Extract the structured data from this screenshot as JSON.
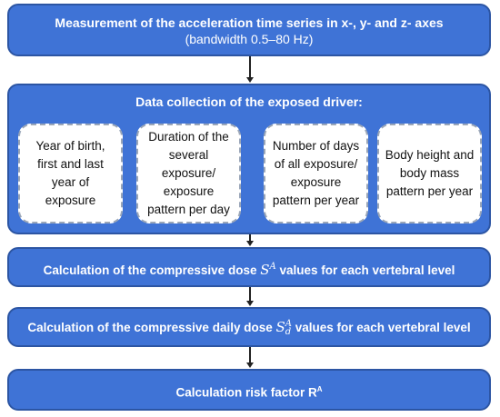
{
  "step1": {
    "title": "Measurement of the acceleration time series in x-, y- and z- axes",
    "subtitle": "(bandwidth 0.5–80 Hz)"
  },
  "step2": {
    "title": "Data collection of the exposed driver:",
    "items": [
      "Year of birth, first and last year of exposure",
      "Duration of the several exposure/ exposure pattern per day",
      "Number of days of all exposure/ exposure pattern per year",
      "Body height and body mass pattern per year"
    ]
  },
  "step3": {
    "prefix": "Calculation of the compressive dose ",
    "symbol": "S",
    "superscript": "A",
    "suffix": "  values for each vertebral level"
  },
  "step4": {
    "prefix": "Calculation of the compressive daily dose ",
    "symbol": "S",
    "superscript": "A",
    "subscript": "d",
    "suffix": " values for each vertebral level"
  },
  "step5": {
    "text": "Calculation risk factor R",
    "superscript": "A"
  }
}
